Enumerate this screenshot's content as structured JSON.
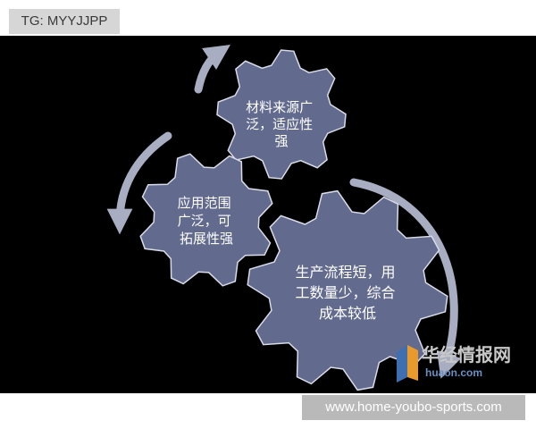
{
  "top_tag": "TG: MYYJJPP",
  "bottom_tag": "www.home-youbo-sports.com",
  "colors": {
    "background": "#000000",
    "gear": "#626a8e",
    "gear_stroke": "#d9dce8",
    "arrow": "#a8adc2"
  },
  "gears": [
    {
      "lines": [
        "材料来源广",
        "泛，适应性",
        "强"
      ]
    },
    {
      "lines": [
        "应用范围",
        "广泛，可",
        "拓展性强"
      ]
    },
    {
      "lines": [
        "生产流程短，用",
        "工数量少，综合",
        "成本较低"
      ]
    }
  ],
  "watermark": {
    "cn": "华经情报网",
    "en": "huaon.com"
  }
}
